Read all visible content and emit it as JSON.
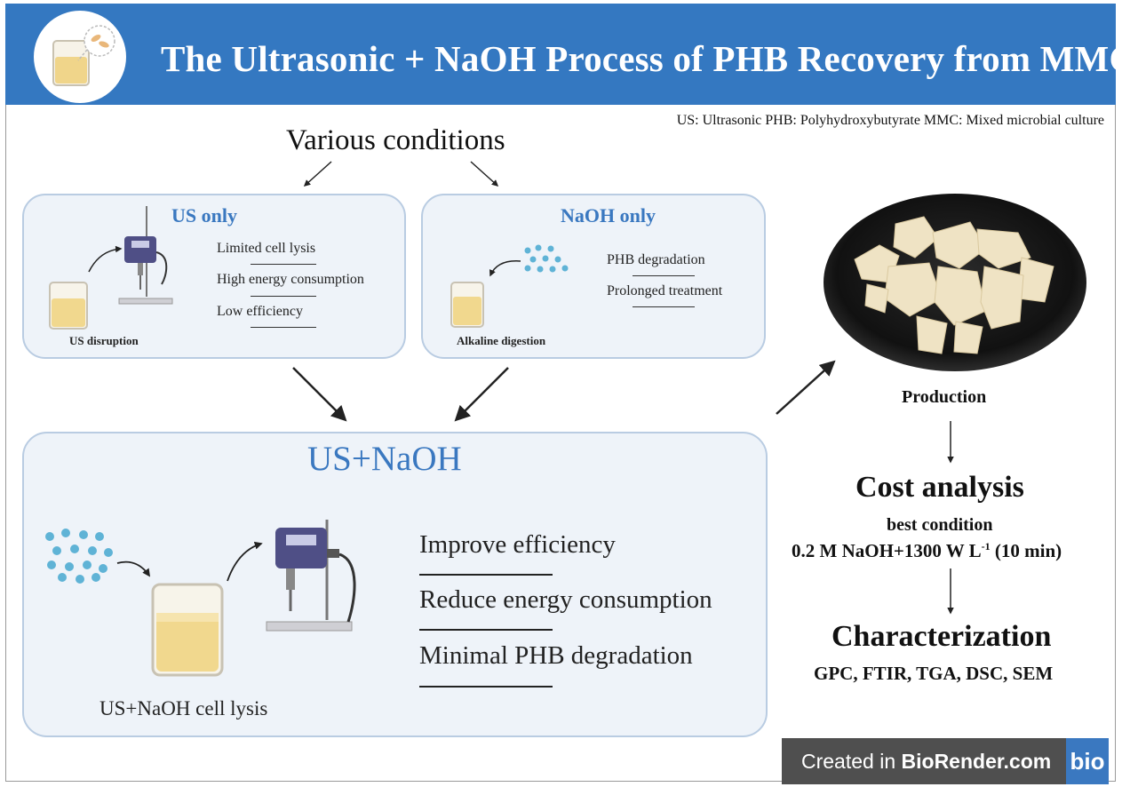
{
  "header": {
    "title": "The Ultrasonic + NaOH Process of PHB Recovery from MMC"
  },
  "abbreviations": "US: Ultrasonic  PHB: Polyhydroxybutyrate  MMC: Mixed microbial culture",
  "conditions_heading": "Various conditions",
  "us_only": {
    "title": "US only",
    "features": [
      "Limited cell lysis",
      "High energy consumption",
      "Low efficiency"
    ],
    "caption": "US disruption"
  },
  "naoh_only": {
    "title": "NaOH only",
    "features": [
      "PHB degradation",
      "Prolonged treatment"
    ],
    "caption": "Alkaline digestion"
  },
  "combined": {
    "title": "US+NaOH",
    "features": [
      "Improve efficiency",
      "Reduce energy consumption",
      "Minimal PHB degradation"
    ],
    "caption": "US+NaOH cell lysis"
  },
  "production_label": "Production",
  "cost": {
    "heading": "Cost analysis",
    "subheading": "best condition",
    "condition_main": "0.2 M NaOH+1300 W L",
    "condition_sup": "-1",
    "condition_tail": " (10 min)"
  },
  "characterization": {
    "heading": "Characterization",
    "methods": "GPC, FTIR, TGA, DSC, SEM"
  },
  "footer": {
    "prefix": "Created in ",
    "brand": "BioRender.com",
    "logo": "bio"
  },
  "colors": {
    "banner": "#3478c1",
    "accent_title": "#3a78c0",
    "box_fill": "#eef3f9",
    "box_border": "#b9cce2",
    "liquid": "#f3d98a",
    "particle": "#5fb3d6"
  }
}
